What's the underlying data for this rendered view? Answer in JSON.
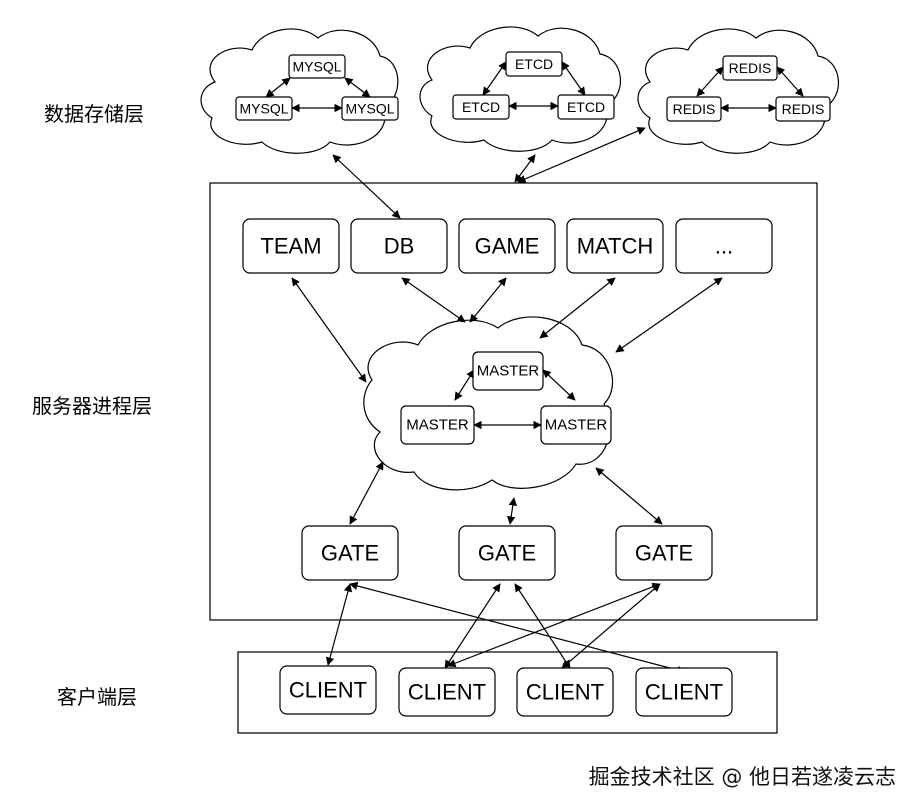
{
  "layers": {
    "storage": "数据存储层",
    "service": "服务器进程层",
    "client": "客户端层"
  },
  "storage": {
    "mysql": [
      "MYSQL",
      "MYSQL",
      "MYSQL"
    ],
    "etcd": [
      "ETCD",
      "ETCD",
      "ETCD"
    ],
    "redis": [
      "REDIS",
      "REDIS",
      "REDIS"
    ]
  },
  "services": [
    "TEAM",
    "DB",
    "GAME",
    "MATCH",
    "..."
  ],
  "masters": [
    "MASTER",
    "MASTER",
    "MASTER"
  ],
  "gates": [
    "GATE",
    "GATE",
    "GATE"
  ],
  "clients": [
    "CLIENT",
    "CLIENT",
    "CLIENT",
    "CLIENT"
  ],
  "watermark": "掘金技术社区 @ 他日若遂凌云志"
}
